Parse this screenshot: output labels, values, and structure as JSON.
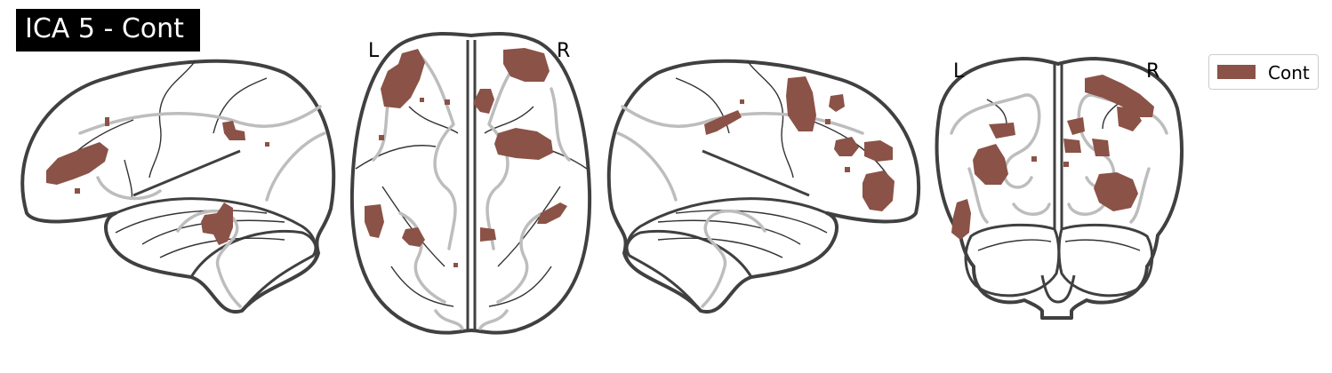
{
  "title": "ICA 5 - Cont",
  "colors": {
    "blob": "#8b5247",
    "outline": "#404040",
    "deep": "#bdbdbd",
    "title_bg": "#000000",
    "title_fg": "#ffffff"
  },
  "views": {
    "axial": {
      "left_label": "L",
      "right_label": "R"
    },
    "coronal": {
      "left_label": "L",
      "right_label": "R"
    }
  },
  "legend": {
    "items": [
      {
        "label": "Cont",
        "color": "#8b5247"
      }
    ]
  }
}
